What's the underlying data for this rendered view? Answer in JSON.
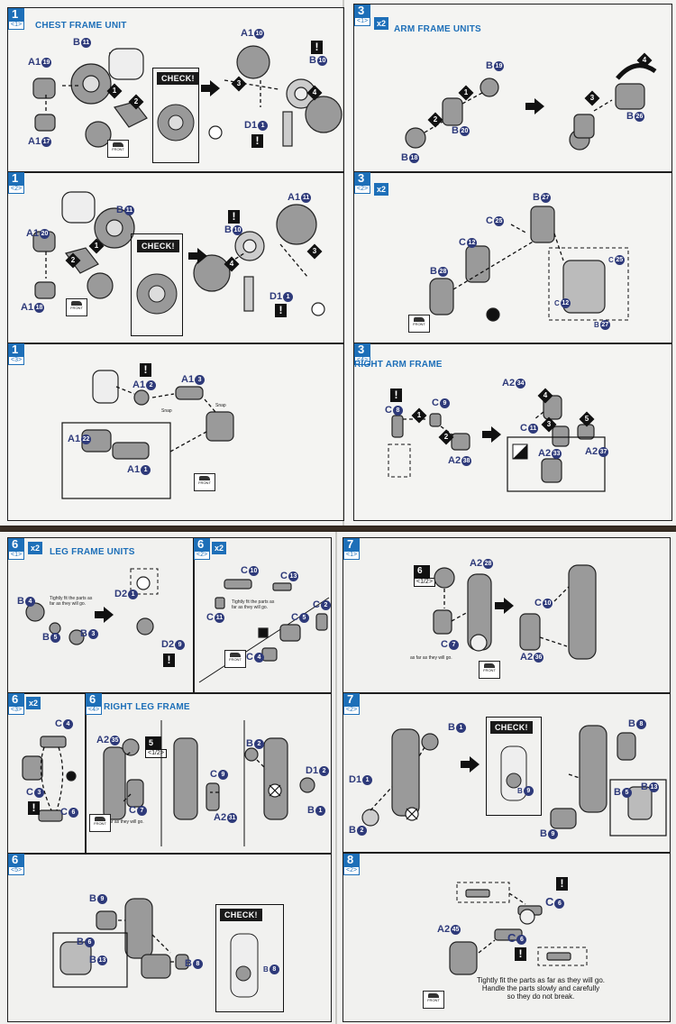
{
  "colors": {
    "accent": "#1d6fb8",
    "label": "#2e3a7a",
    "ink": "#111111",
    "paper": "#f4f4f2"
  },
  "icons": [
    "check-icon",
    "exclamation-icon",
    "front-shoe-icon",
    "step-arrow-icon",
    "x2-badge-icon"
  ],
  "top": {
    "p1": {
      "num": "1",
      "sub": "<1>",
      "title": "CHEST FRAME UNIT",
      "check": "CHECK!",
      "labels": {
        "a19": "A1",
        "a17": "A1",
        "b11": "B",
        "a10": "A1",
        "b10": "B",
        "d1": "D1"
      },
      "nums": {
        "a19": "19",
        "a17": "17",
        "b11": "11",
        "a10": "10",
        "b10": "10",
        "d1": "1"
      },
      "steps": [
        "1",
        "2",
        "3",
        "4"
      ],
      "front": "FRONT"
    },
    "p2": {
      "num": "3",
      "sub": "<1>",
      "x2": "x2",
      "title": "ARM FRAME UNITS",
      "labels": {
        "b19": "B",
        "b20": "B",
        "b18": "B",
        "b26": "B"
      },
      "nums": {
        "b19": "19",
        "b20": "20",
        "b18": "18",
        "b26": "26"
      },
      "steps": [
        "1",
        "2",
        "3",
        "4"
      ]
    },
    "p3": {
      "num": "1",
      "sub": "<2>",
      "check": "CHECK!",
      "labels": {
        "b11": "B",
        "a20": "A1",
        "a18": "A1",
        "a11": "A1",
        "b10": "B",
        "d1": "D1"
      },
      "nums": {
        "b11": "11",
        "a20": "20",
        "a18": "18",
        "a11": "11",
        "b10": "10",
        "d1": "1"
      },
      "steps": [
        "1",
        "2",
        "3",
        "4"
      ],
      "front": "FRONT"
    },
    "p4": {
      "num": "3",
      "sub": "<2>",
      "x2": "x2",
      "labels": {
        "b27": "B",
        "c25": "C",
        "c12": "C",
        "b28": "B",
        "c_inner": "C",
        "c_inner2": "C",
        "b_inner": "B"
      },
      "nums": {
        "b27": "27",
        "c25": "25",
        "c12": "12",
        "b28": "28",
        "c_inner": "25",
        "c_inner2": "12",
        "b_inner": "27"
      },
      "front": "FRONT"
    },
    "p5": {
      "num": "1",
      "sub": "<3>",
      "labels": {
        "a12": "A1",
        "a13": "A1",
        "a22": "A1",
        "a1": "A1"
      },
      "nums": {
        "a12": "2",
        "a13": "3",
        "a22": "22",
        "a1": "1"
      },
      "snap1": "Snap",
      "snap2": "Snap",
      "front": "FRONT"
    },
    "p6": {
      "num": "3",
      "sub": "<4>",
      "title": "RIGHT ARM FRAME",
      "labels": {
        "c8": "C",
        "c9": "C",
        "a238": "A2",
        "a234": "A2",
        "c11": "C",
        "a233": "A2",
        "a237": "A2"
      },
      "nums": {
        "c8": "8",
        "c9": "9",
        "a238": "38",
        "a234": "34",
        "c11": "11",
        "a233": "33",
        "a237": "37"
      },
      "steps": [
        "1",
        "2",
        "3",
        "4",
        "5"
      ]
    }
  },
  "bottom": {
    "p1": {
      "num": "6",
      "sub": "<1>",
      "x2": "x2",
      "title": "LEG FRAME UNITS",
      "labels": {
        "b4": "B",
        "b5": "B",
        "b3": "B",
        "d2a": "D2",
        "d2b": "D2"
      },
      "nums": {
        "b4": "4",
        "b5": "5",
        "b3": "3",
        "d2a": "1",
        "d2b": "9"
      },
      "tip": "Tightly fit the parts as far as they will go."
    },
    "p2": {
      "num": "6",
      "sub": "<2>",
      "x2": "x2",
      "labels": {
        "c10": "C",
        "c13": "C",
        "c11": "C",
        "c2": "C",
        "c5": "C",
        "c4": "C"
      },
      "nums": {
        "c10": "10",
        "c13": "13",
        "c11": "11",
        "c2": "2",
        "c5": "5",
        "c4": "4"
      },
      "tip": "Tightly fit the parts as far as they will go.",
      "front": "FRONT"
    },
    "p3": {
      "num": "7",
      "sub": "<1>",
      "ref_num": "6",
      "ref_sub": "<1/2>",
      "labels": {
        "a228": "A2",
        "c7": "C",
        "c10": "C",
        "a236": "A2"
      },
      "nums": {
        "a228": "28",
        "c7": "7",
        "c10": "10",
        "a236": "36"
      },
      "tip": "as far as they will go.",
      "front": "FRONT"
    },
    "p4": {
      "num": "6",
      "sub": "<3>",
      "x2": "x2",
      "labels": {
        "c4": "C",
        "c3": "C",
        "c6": "C"
      },
      "nums": {
        "c4": "4",
        "c3": "3",
        "c6": "6"
      }
    },
    "p5": {
      "num": "6",
      "sub": "<4>",
      "title": "RIGHT LEG FRAME",
      "ref_num": "5",
      "ref_sub": "<1/2>",
      "labels": {
        "a235": "A2",
        "c7": "C",
        "c9": "C",
        "a231": "A2",
        "b2": "B",
        "d1": "D1",
        "b1": "B"
      },
      "nums": {
        "a235": "35",
        "c7": "7",
        "c9": "9",
        "a231": "31",
        "b2": "2",
        "d1": "2",
        "b1": "1"
      },
      "tip": "as far as they will go.",
      "front": "FRONT"
    },
    "p6": {
      "num": "7",
      "sub": "<2>",
      "check": "CHECK!",
      "labels": {
        "b1": "B",
        "d1": "D1",
        "b2": "B",
        "b9": "B",
        "b8": "B",
        "b9b": "B",
        "b5": "B",
        "b13": "B"
      },
      "nums": {
        "b1": "1",
        "d1": "1",
        "b2": "2",
        "b9": "9",
        "b8": "8",
        "b9b": "9",
        "b5": "5",
        "b13": "13"
      }
    },
    "p7": {
      "num": "6",
      "sub": "<5>",
      "check": "CHECK!",
      "labels": {
        "b9": "B",
        "b6": "B",
        "b13": "B",
        "b8": "B",
        "b8b": "B"
      },
      "nums": {
        "b9": "9",
        "b6": "6",
        "b13": "13",
        "b8": "8",
        "b8b": "8"
      }
    },
    "p8": {
      "num": "8",
      "sub": "<2>",
      "labels": {
        "c6a": "C",
        "c6b": "C",
        "a245": "A2"
      },
      "nums": {
        "c6a": "6",
        "c6b": "6",
        "a245": "45"
      },
      "tip1": "Tightly fit the parts as far as they will go.",
      "tip2": "Handle the parts slowly and carefully",
      "tip3": "so they do not break.",
      "front": "FRONT"
    }
  }
}
